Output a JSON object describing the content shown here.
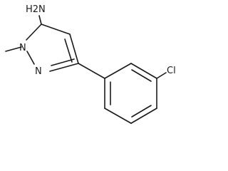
{
  "molecule": {
    "labels": {
      "amine": "H2N",
      "n_methyl": "N",
      "n_ring": "N",
      "chlorine": "Cl"
    }
  }
}
